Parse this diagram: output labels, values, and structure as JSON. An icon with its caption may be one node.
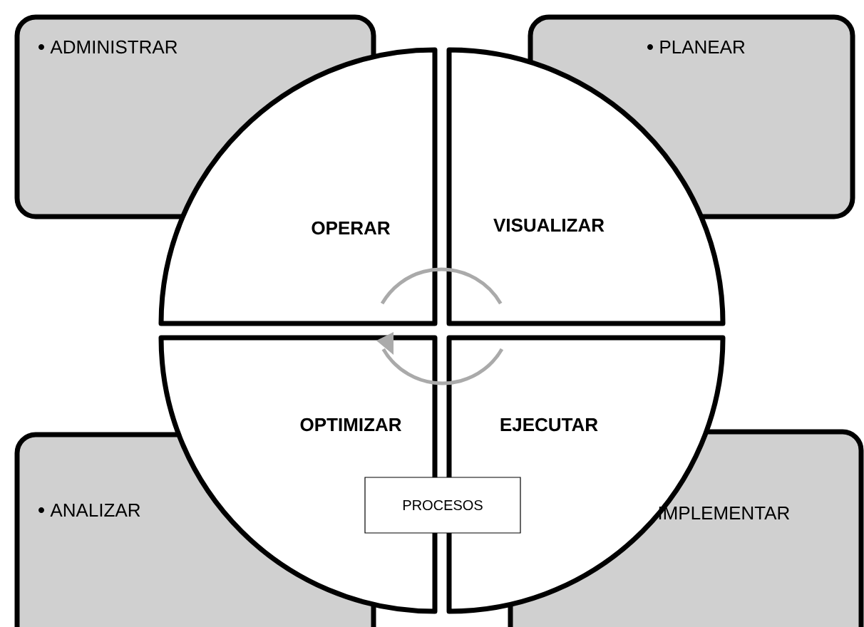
{
  "diagram": {
    "nodes": [
      {
        "text": [
          "ADMINISTRAR"
        ]
      },
      {
        "text": [
          "PLANEAR"
        ]
      },
      {
        "text": [
          "OPERAR"
        ]
      },
      {
        "text": [
          "VISUALIZAR"
        ]
      },
      {
        "text": [
          "OPTIMIZAR"
        ]
      },
      {
        "text": [
          "EJECUTAR"
        ]
      },
      {
        "text": [
          "ANALIZAR"
        ]
      },
      {
        "text": [
          "PROCESOS"
        ]
      },
      {
        "text": [
          "IMPLEMENTAR"
        ]
      }
    ]
  }
}
